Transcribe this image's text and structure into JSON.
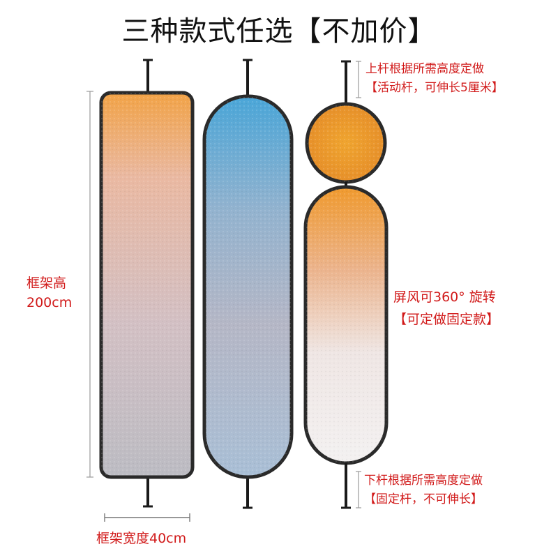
{
  "title": "三种款式任选【不加价】",
  "labels": {
    "frame_height_line1": "框架高",
    "frame_height_line2": "200cm",
    "top_rod_line1": "上杆根据所需高度定做",
    "top_rod_line2": "【活动杆，可伸长5厘米】",
    "rotate_line1": "屏风可360° 旋转",
    "rotate_line2": "【可定做固定款】",
    "bottom_rod_line1": "下杆根据所需高度定做",
    "bottom_rod_line2": "【固定杆，不可伸长】",
    "frame_width": "框架宽度40cm"
  },
  "colors": {
    "label_red": "#d11a1a",
    "frame_black": "#1a1a1a",
    "orange": "#f0a23a",
    "peach": "#e9b7a1",
    "blue": "#4aa6d6",
    "grey": "#b8b8c0"
  }
}
